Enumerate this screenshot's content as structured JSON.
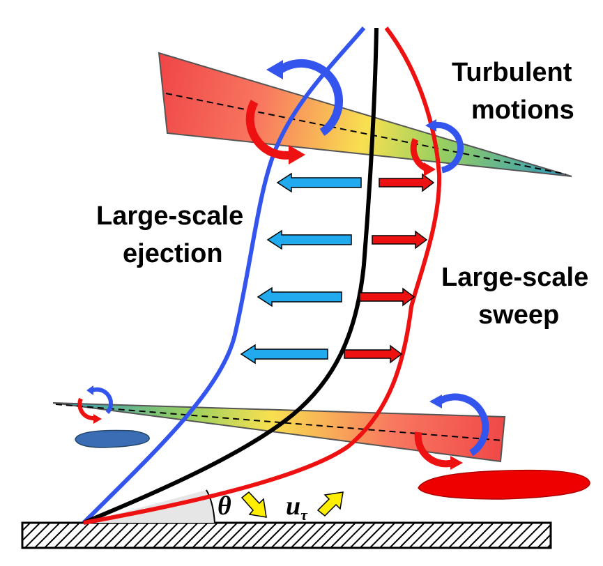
{
  "labels": {
    "turbulent_line1": "Turbulent",
    "turbulent_line2": "motions",
    "ejection_line1": "Large-scale",
    "ejection_line2": "ejection",
    "sweep_line1": "Large-scale",
    "sweep_line2": "sweep",
    "theta": "θ",
    "u_main": "u",
    "u_sub": "τ"
  },
  "colors": {
    "ejection": "#3355ee",
    "mean": "#000000",
    "sweep": "#ee1111",
    "ejection_arrow": "#22aaee",
    "sweep_arrow": "#ee1111",
    "yellow_arrow": "#ffee00",
    "wedge_red": "#f04848",
    "wedge_yellow": "#f8f050",
    "wedge_teal": "#30a0b8"
  }
}
